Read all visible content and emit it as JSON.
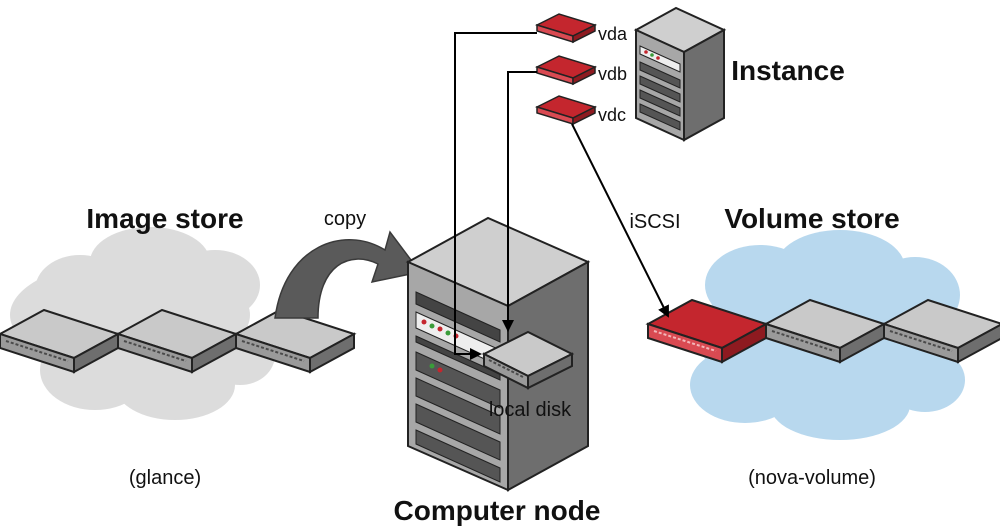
{
  "labels": {
    "image_store": "Image store",
    "image_store_sub": "(glance)",
    "volume_store": "Volume store",
    "volume_store_sub": "(nova-volume)",
    "compute_node": "Computer node",
    "local_disk": "local disk",
    "instance": "Instance",
    "copy": "copy",
    "iscsi": "iSCSI",
    "vda": "vda",
    "vdb": "vdb",
    "vdc": "vdc"
  },
  "colors": {
    "device_red": "#c4262e",
    "device_red_light": "#e0505a",
    "device_red_dark": "#8e1a20",
    "device_gray": "#a7a7a7",
    "device_gray_light": "#c9c9c9",
    "device_gray_dark": "#6e6e6e",
    "cloud_gray": "#dcdcdc",
    "cloud_blue": "#b8d8ee",
    "arrow_dark": "#5a5a5a",
    "line": "#000000"
  }
}
